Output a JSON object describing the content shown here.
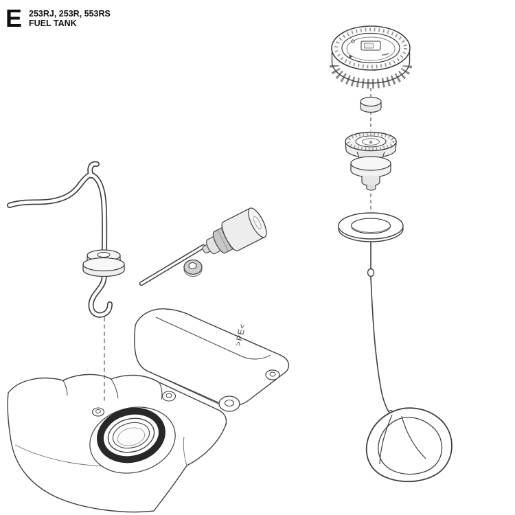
{
  "header": {
    "section_letter": "E",
    "models": "253RJ, 253R, 553RS",
    "title": "FUEL TANK"
  },
  "diagram": {
    "engraving": ">PE<",
    "line_color": "#3f3f3f",
    "parts": [
      {
        "name": "fuel-cap"
      },
      {
        "name": "cap-seal"
      },
      {
        "name": "tank-vent-valve"
      },
      {
        "name": "gasket"
      },
      {
        "name": "cap-retainer-strap"
      },
      {
        "name": "fuel-line-assembly"
      },
      {
        "name": "tank-bushing"
      },
      {
        "name": "grommet"
      },
      {
        "name": "fuel-filter"
      },
      {
        "name": "fuel-tank"
      }
    ]
  }
}
